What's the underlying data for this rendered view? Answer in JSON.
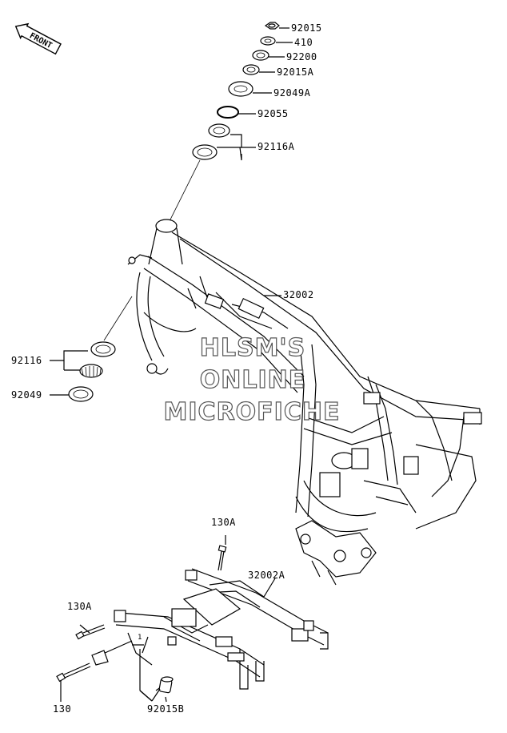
{
  "front_badge": "FRONT",
  "labels": {
    "p92015": "92015",
    "p410": "410",
    "p92200": "92200",
    "p92015A": "92015A",
    "p92049A": "92049A",
    "p92055": "92055",
    "p92116A": "92116A",
    "p32002": "32002",
    "p92116": "92116",
    "p92049": "92049",
    "p130A_top": "130A",
    "p32002A": "32002A",
    "p130A_left": "130A",
    "p130": "130",
    "p92015B": "92015B"
  },
  "watermark": {
    "line1": "HLSM'S",
    "line2": "ONLINE",
    "line3": "MICROFICHE"
  }
}
